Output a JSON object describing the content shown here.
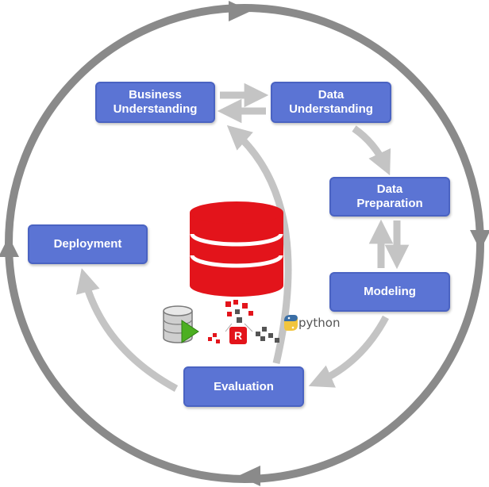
{
  "stages": {
    "business_understanding": "Business\nUnderstanding",
    "data_understanding": "Data\nUnderstanding",
    "data_preparation": "Data\nPreparation",
    "modeling": "Modeling",
    "evaluation": "Evaluation",
    "deployment": "Deployment"
  },
  "logos": {
    "python": "python",
    "r": "R"
  },
  "colors": {
    "stage_box": "#5b74d4",
    "outer_cycle": "#8a8a8a",
    "flow_arrows": "#c4c4c4",
    "database": "#e3141b"
  },
  "icons": [
    "cycle-arrow-icon",
    "database-icon",
    "sql-server-icon",
    "r-logo-icon",
    "python-logo-icon"
  ]
}
